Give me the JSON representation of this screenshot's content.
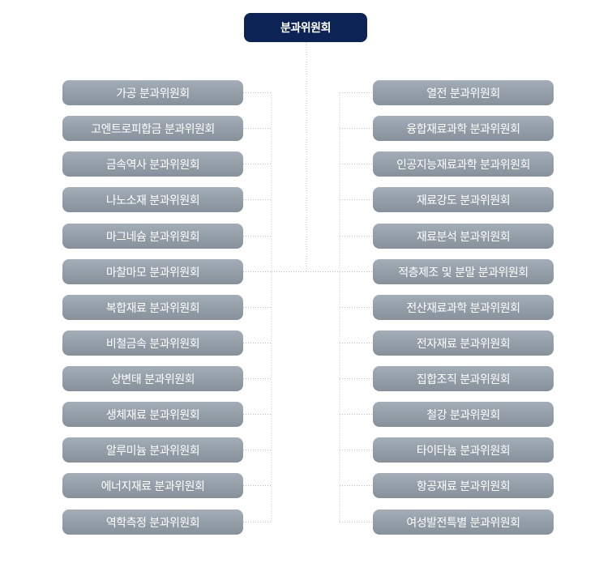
{
  "root": {
    "label": "분과위원회"
  },
  "left_committees": [
    "가공 분과위원회",
    "고엔트로피합금 분과위원회",
    "금속역사 분과위원회",
    "나노소재 분과위원회",
    "마그네슘 분과위원회",
    "마찰마모 분과위원회",
    "복합재료 분과위원회",
    "비철금속 분과위원회",
    "상변태 분과위원회",
    "생체재료 분과위원회",
    "알루미늄 분과위원회",
    "에너지재료 분과위원회",
    "역학측정 분과위원회"
  ],
  "right_committees": [
    "열전 분과위원회",
    "융합재료과학 분과위원회",
    "인공지능재료과학 분과위원회",
    "재료강도 분과위원회",
    "재료분석 분과위원회",
    "적층제조 및 분말 분과위원회",
    "전산재료과학 분과위원회",
    "전자재료 분과위원회",
    "집합조직 분과위원회",
    "철강 분과위원회",
    "타이타늄 분과위원회",
    "항공재료 분과위원회",
    "여성발전특별 분과위원회"
  ],
  "colors": {
    "root_fill": "#0c2355",
    "node_fill": "#949fa9",
    "connector": "#bfbfbf"
  }
}
